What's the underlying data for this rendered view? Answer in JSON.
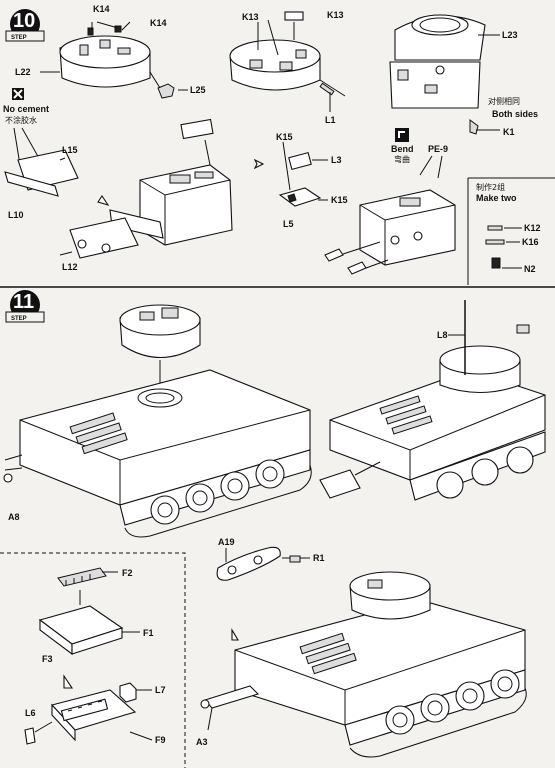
{
  "steps": [
    {
      "number": "10",
      "word": "STEP"
    },
    {
      "number": "11",
      "word": "STEP"
    }
  ],
  "notes": {
    "no_cement_en": "No cement",
    "no_cement_cn": "不涂胶水",
    "both_sides_cn": "对侧相同",
    "both_sides_en": "Both sides",
    "bend_en": "Bend",
    "bend_cn": "弯曲",
    "make_two_cn": "制作2组",
    "make_two_en": "Make two"
  },
  "labels": {
    "K14a": "K14",
    "K14b": "K14",
    "L22": "L22",
    "L25": "L25",
    "K13a": "K13",
    "K13b": "K13",
    "L1": "L1",
    "L23": "L23",
    "K1": "K1",
    "L15": "L15",
    "L10": "L10",
    "L12": "L12",
    "K15a": "K15",
    "L3": "L3",
    "K15b": "K15",
    "L5": "L5",
    "PE9": "PE-9",
    "K12": "K12",
    "K16": "K16",
    "N2": "N2",
    "L8": "L8",
    "A8": "A8",
    "F2": "F2",
    "F1": "F1",
    "F3": "F3",
    "L7": "L7",
    "L6": "L6",
    "F9": "F9",
    "A19": "A19",
    "R1": "R1",
    "A3": "A3"
  },
  "icons": {
    "no_cement": "x-box-icon",
    "bend": "bend-icon",
    "flow_arrow": "hollow-arrow-icon"
  }
}
